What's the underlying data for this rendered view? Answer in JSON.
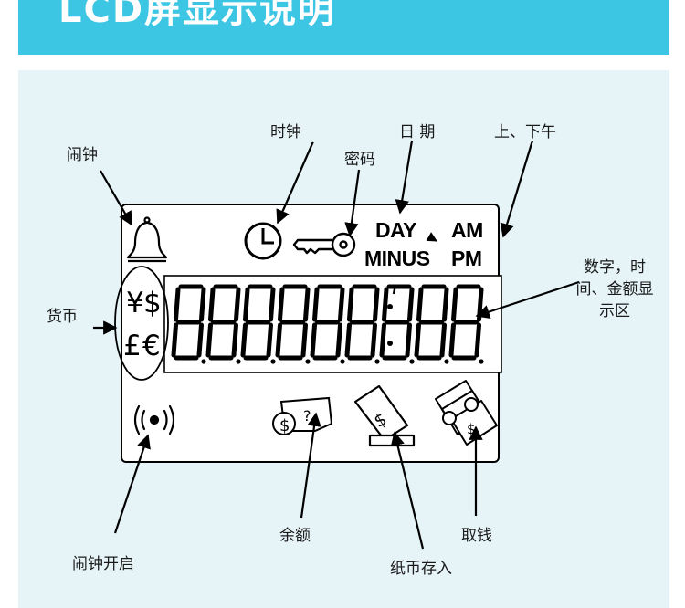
{
  "header": {
    "title": "LCD屏显示说明"
  },
  "labels": {
    "alarm": "闹钟",
    "clock": "时钟",
    "password": "密码",
    "date": "日 期",
    "ampm": "上、下午",
    "currency": "货币",
    "digits": "数字，时间、金额显示区",
    "alarm_on": "闹钟开启",
    "balance": "余额",
    "deposit": "纸币存入",
    "withdraw": "取钱"
  },
  "lcd": {
    "day": "DAY",
    "minus": "MINUS",
    "am": "AM",
    "pm": "PM",
    "yen": "¥",
    "dollar": "$",
    "pound": "£",
    "euro": "€",
    "digit_count": 9
  },
  "icons": {
    "alarm": "bell-icon",
    "clock": "clock-icon",
    "password": "key-icon",
    "alarm_on": "alarm-signal-icon",
    "balance": "coin-question-icon",
    "deposit": "banknote-deposit-icon",
    "withdraw": "cash-withdraw-icon"
  },
  "colors": {
    "header": "#3cc6e4",
    "panel": "#e6f4f8",
    "ink": "#000000"
  }
}
